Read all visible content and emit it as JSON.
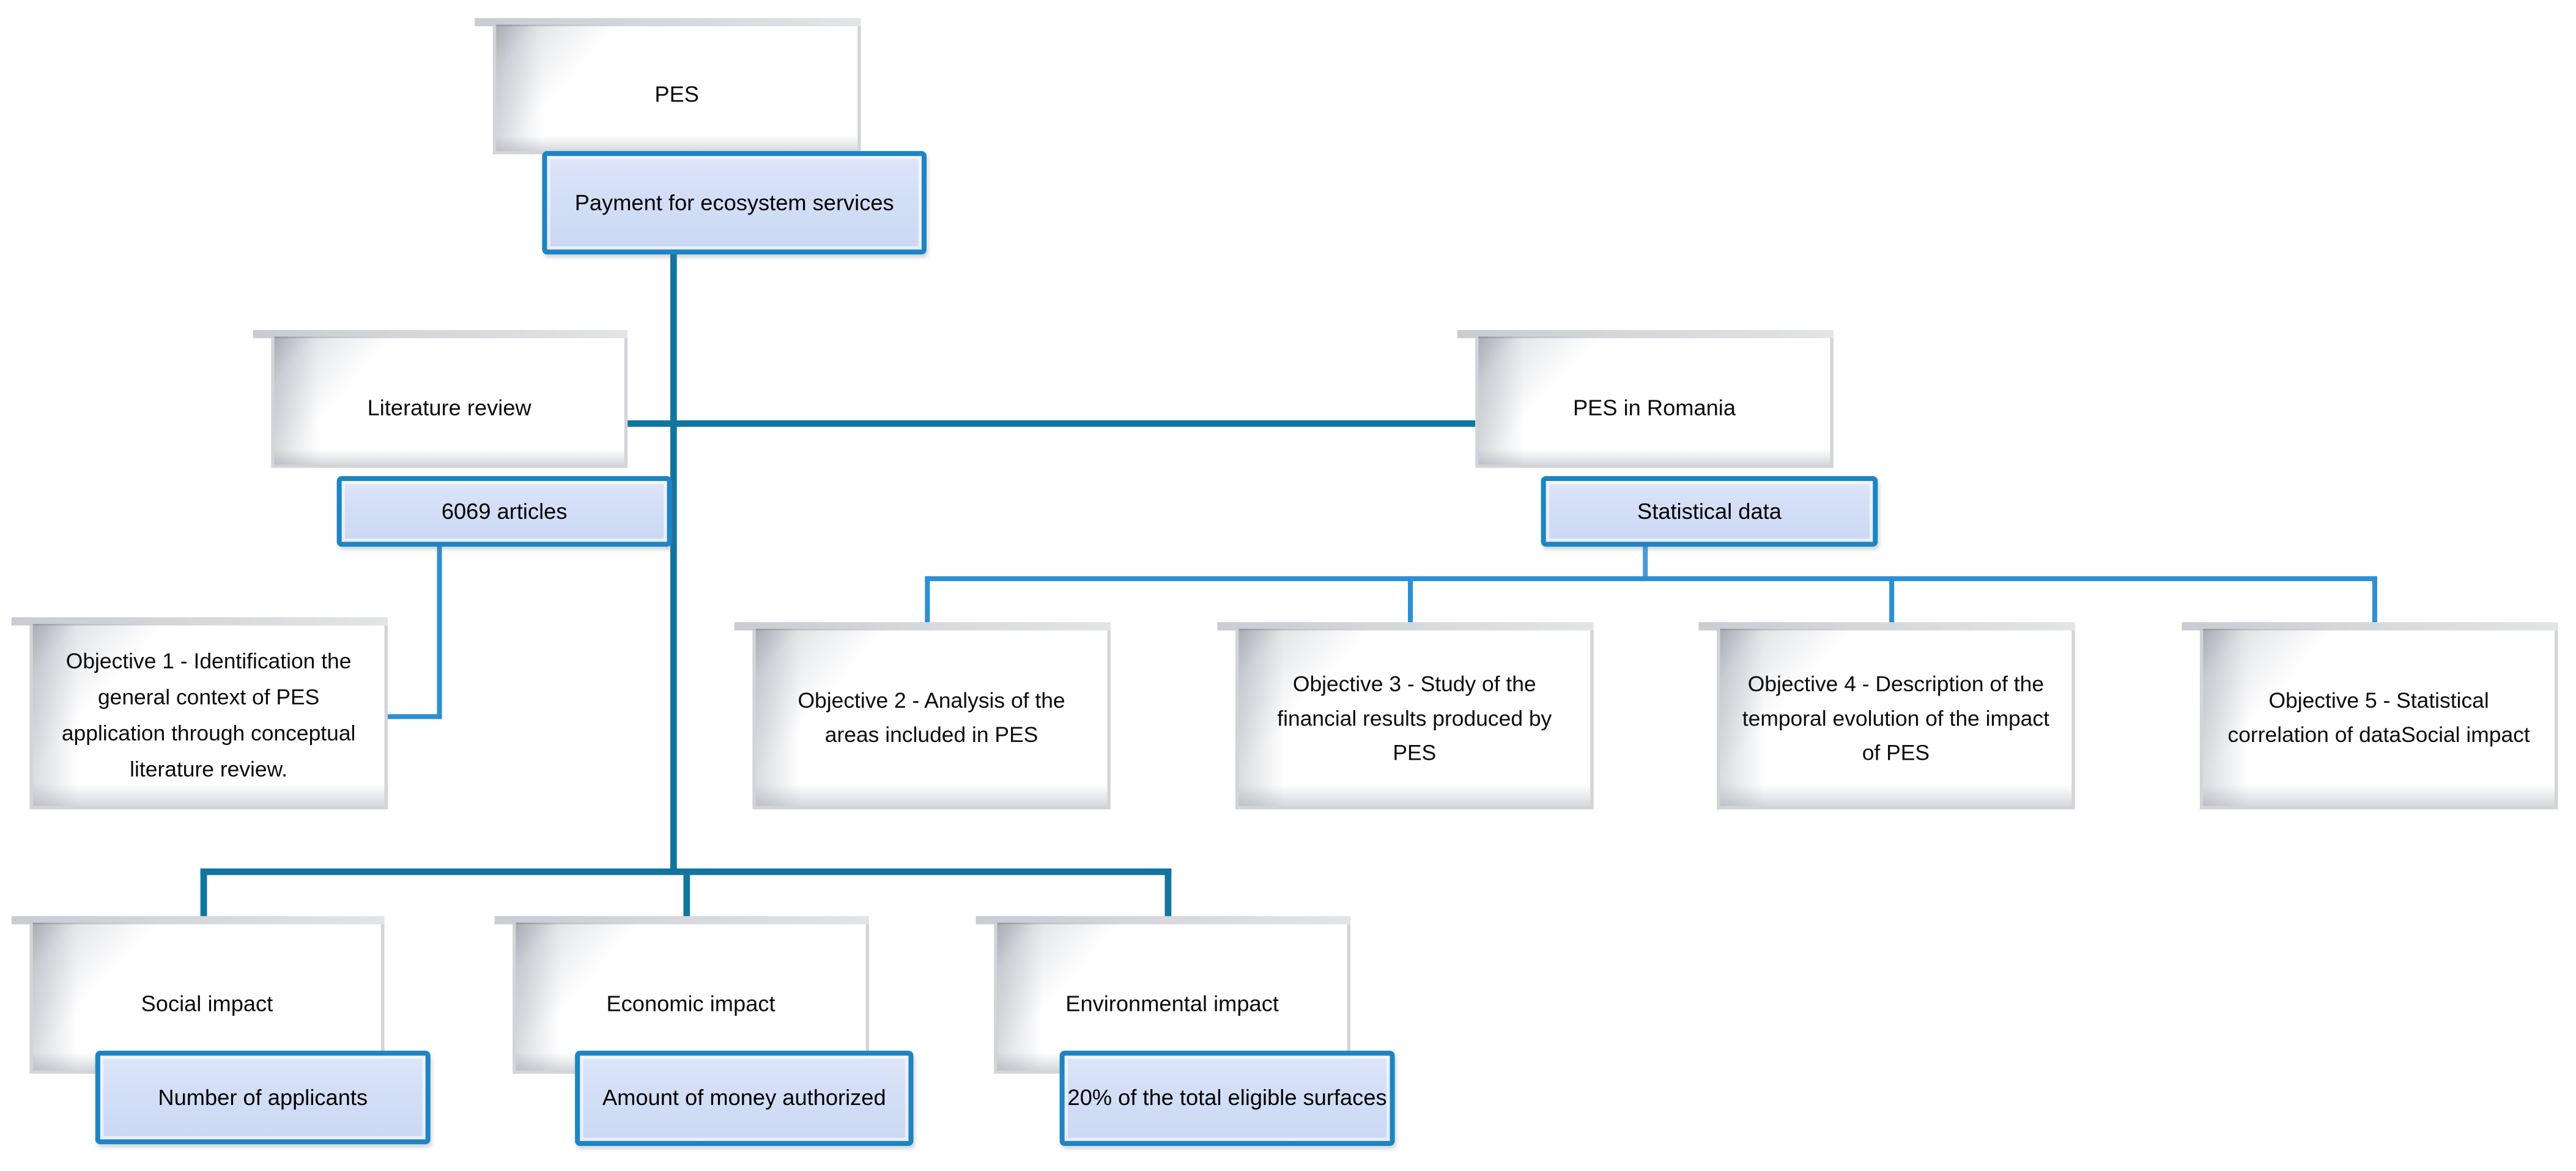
{
  "diagram": {
    "root": {
      "title": "PES",
      "detail": "Payment for ecosystem services"
    },
    "branches": {
      "literature": {
        "title": "Literature review",
        "detail": "6069 articles"
      },
      "romania": {
        "title": "PES in Romania",
        "detail": "Statistical data"
      }
    },
    "objectives": [
      {
        "label": "Objective 1 - Identification the general context of PES application through conceptual literature review."
      },
      {
        "label": "Objective 2 - Analysis of the areas included in PES"
      },
      {
        "label": "Objective 3 - Study of the financial results produced by PES"
      },
      {
        "label": "Objective 4 - Description of the temporal evolution of the impact of PES"
      },
      {
        "label": "Objective 5 - Statistical correlation of dataSocial impact"
      }
    ],
    "impacts": [
      {
        "title": "Social impact",
        "detail": "Number of applicants"
      },
      {
        "title": "Economic impact",
        "detail": "Amount of money authorized"
      },
      {
        "title": "Environmental impact",
        "detail": "20% of the total eligible surfaces"
      }
    ],
    "colors": {
      "connector_teal": "#10769f",
      "connector_blue": "#2e8fd3",
      "connector_light_blue": "#4a9cd6",
      "card_border": "#d2d4d8",
      "sub_box_border": "#1e84c2",
      "sub_box_fill": "#d3def6",
      "text": "#0b0b0b"
    }
  }
}
